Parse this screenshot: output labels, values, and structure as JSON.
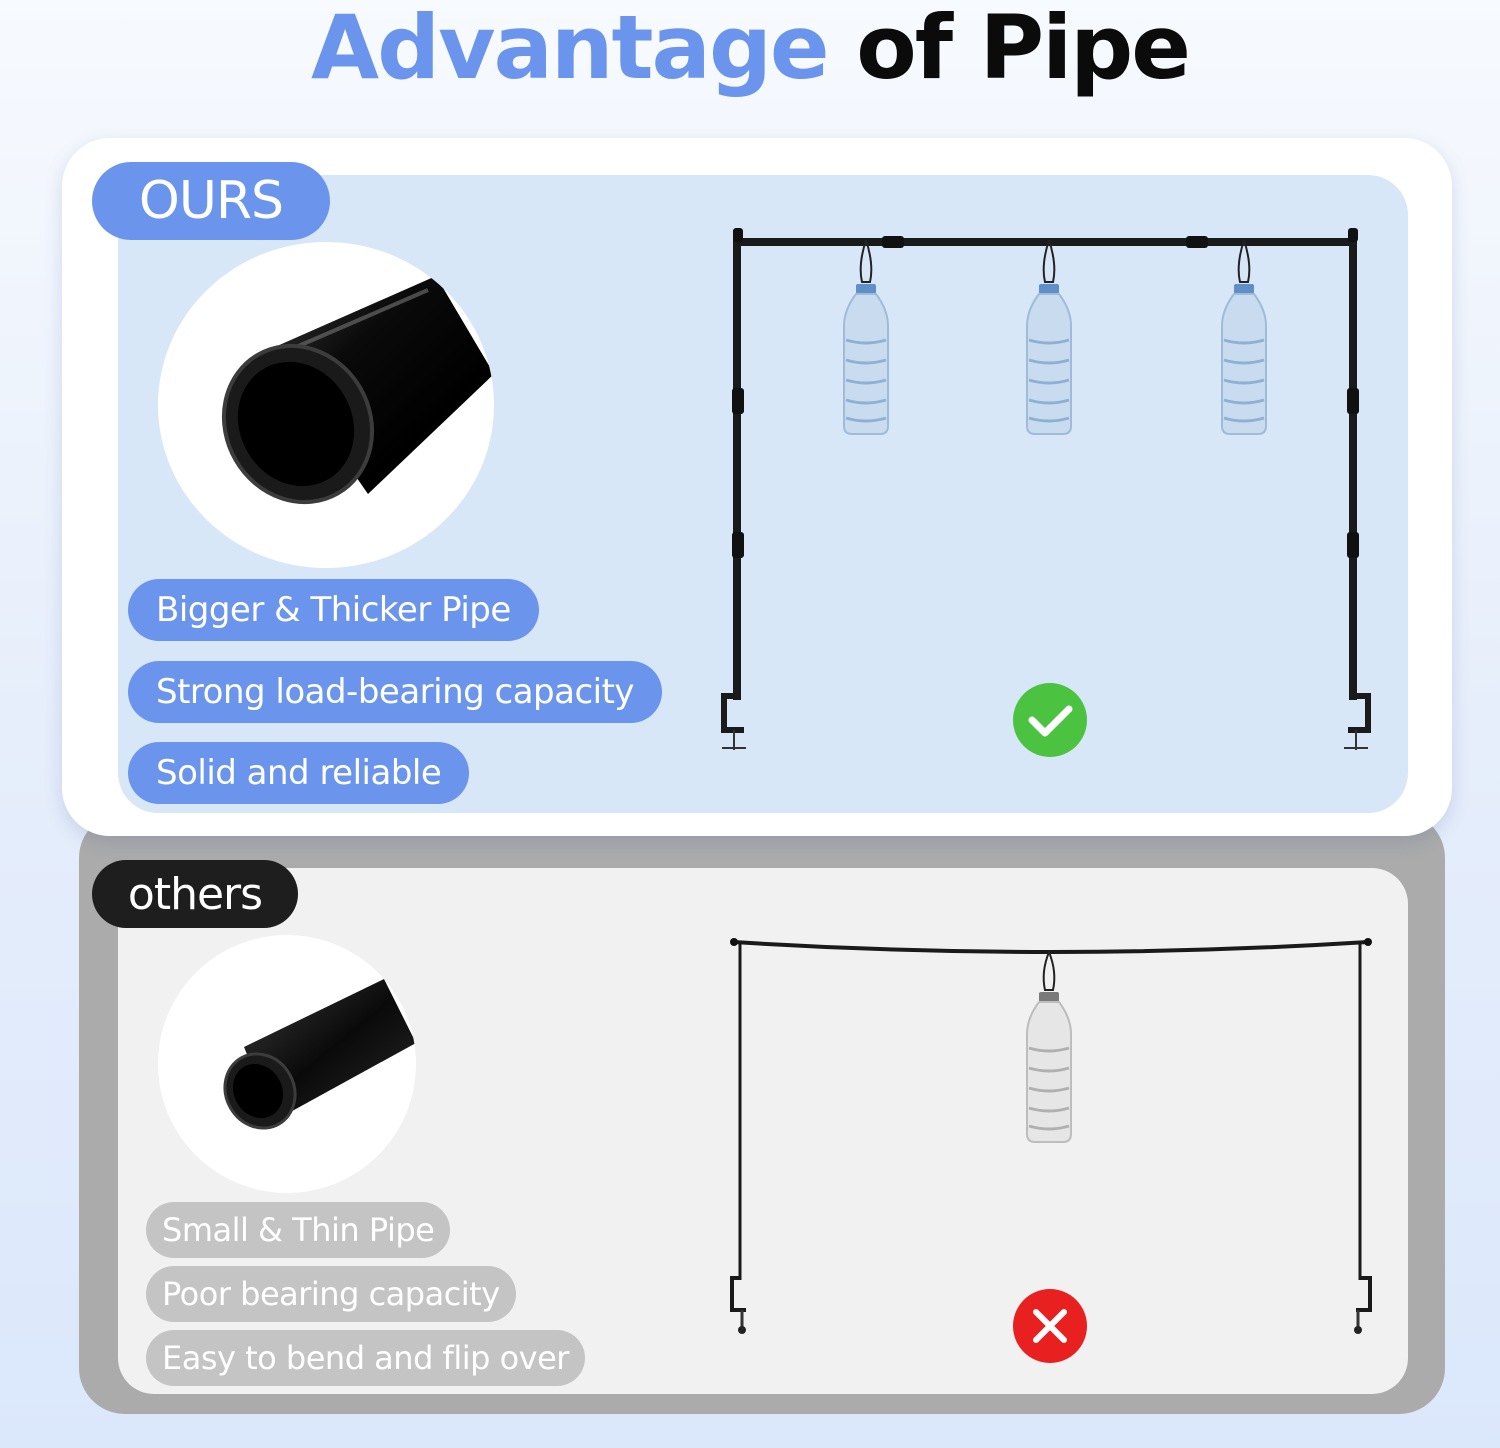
{
  "title": {
    "accent": "Advantage",
    "rest": "of Pipe"
  },
  "ours": {
    "badge": "OURS",
    "features": [
      "Bigger & Thicker Pipe",
      "Strong load-bearing capacity",
      "Solid and reliable"
    ]
  },
  "others": {
    "badge": "others",
    "features": [
      "Small & Thin Pipe",
      "Poor bearing capacity",
      "Easy to bend and flip over"
    ]
  },
  "colors": {
    "accent_blue": "#6b95ec",
    "ours_panel": "#d7e7f8",
    "others_panel": "#f1f1f1",
    "others_frame": "#ababab",
    "check_green": "#4cc340",
    "cross_red": "#e82020"
  },
  "icons": {
    "good": "check-icon",
    "bad": "cross-icon"
  }
}
